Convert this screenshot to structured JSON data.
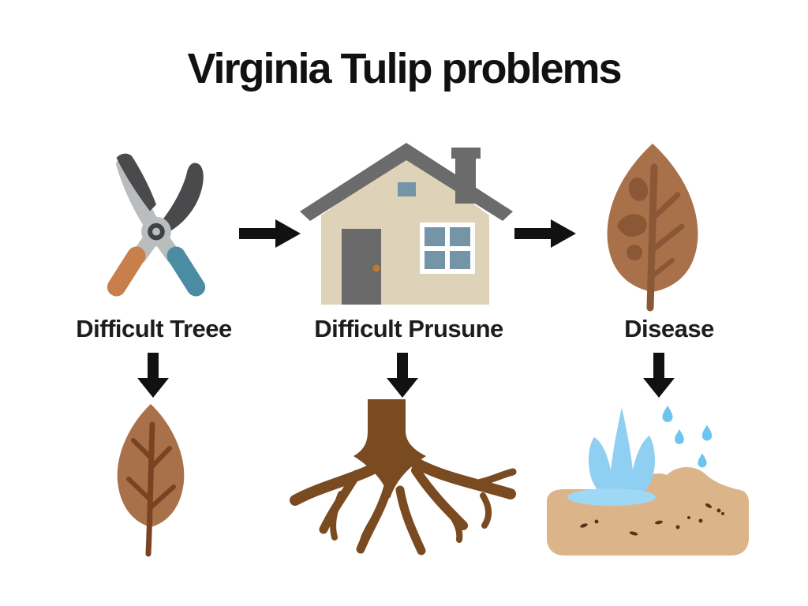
{
  "title": "Virginia Tulip problems",
  "columns": [
    {
      "label": "Difficult Treee",
      "top_icon": "pruning-shears",
      "result_icon": "brown-leaf"
    },
    {
      "label": "Difficult Prusune",
      "top_icon": "house",
      "result_icon": "tree-roots"
    },
    {
      "label": "Disease",
      "top_icon": "diseased-leaf",
      "result_icon": "water-erupting-from-soil"
    }
  ],
  "flow": {
    "top_row": [
      "pruning-shears",
      "arrow-right",
      "house",
      "arrow-right",
      "diseased-leaf"
    ],
    "columns_down": [
      "arrow-down",
      "arrow-down",
      "arrow-down"
    ]
  },
  "colors": {
    "text": "#1d1d1d",
    "arrow": "#111111",
    "shears_blade_dark": "#4a4a4c",
    "shears_silver": "#b9bdbe",
    "shears_handle_orange": "#c97f4b",
    "shears_handle_teal": "#4c8ca3",
    "shears_pivot_dark": "#3f4144",
    "house_wall": "#ded2b8",
    "house_roof": "#6b6b6b",
    "house_door": "#6a6a6a",
    "house_knob": "#c07a2e",
    "house_window_pane": "#7494a7",
    "house_window_frame": "#ffffff",
    "leaf_brown": "#a9714a",
    "leaf_vein_brown": "#8a5836",
    "small_leaf_vein": "#7a4423",
    "roots_brown": "#7a4a21",
    "water_blue": "#8ecff2",
    "water_puddle": "#9fd8f5",
    "droplet_blue": "#6cc4ef",
    "soil_tan": "#dcb489",
    "soil_speckle": "#55351d"
  }
}
